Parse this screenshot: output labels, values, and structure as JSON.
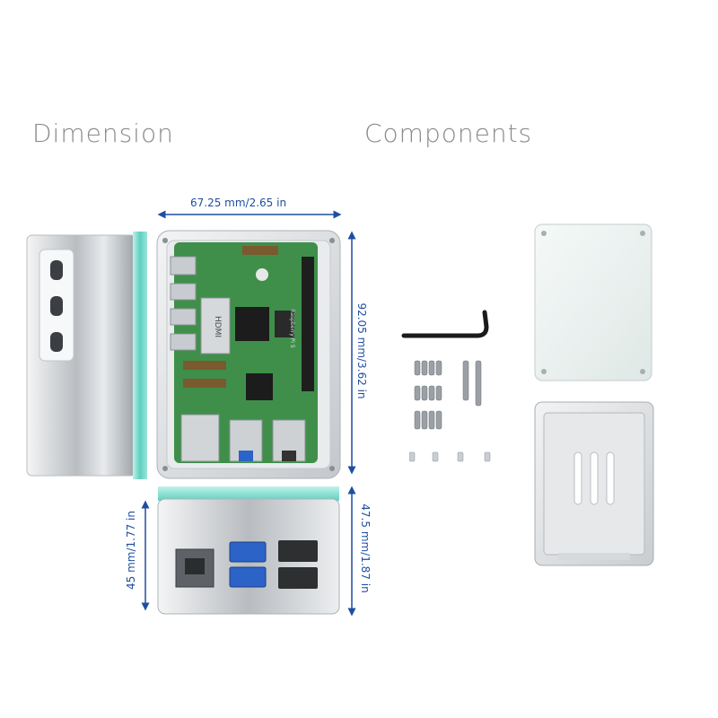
{
  "headings": {
    "dimension": "Dimension",
    "components": "Components"
  },
  "dimensions": {
    "width": "67.25 mm/2.65 in",
    "length": "92.05 mm/3.62 in",
    "height_inner": "45 mm/1.77 in",
    "height_outer": "47.5 mm/1.87 in"
  },
  "board_labels": {
    "hdmi": "HDMI",
    "model": "Raspberry Pi 5"
  },
  "colors": {
    "dimension_line": "#1f4ea1",
    "heading_text": "#8a8a8a",
    "aluminum": "#d9dcdf",
    "teal_accent": "#6fd6c8",
    "pcb_green": "#3f8f4a"
  },
  "icons": [
    "usb-c-port-icon",
    "hex-key-icon",
    "screw-icon",
    "standoff-icon",
    "rj45-port-icon",
    "usb-a-port-icon"
  ]
}
